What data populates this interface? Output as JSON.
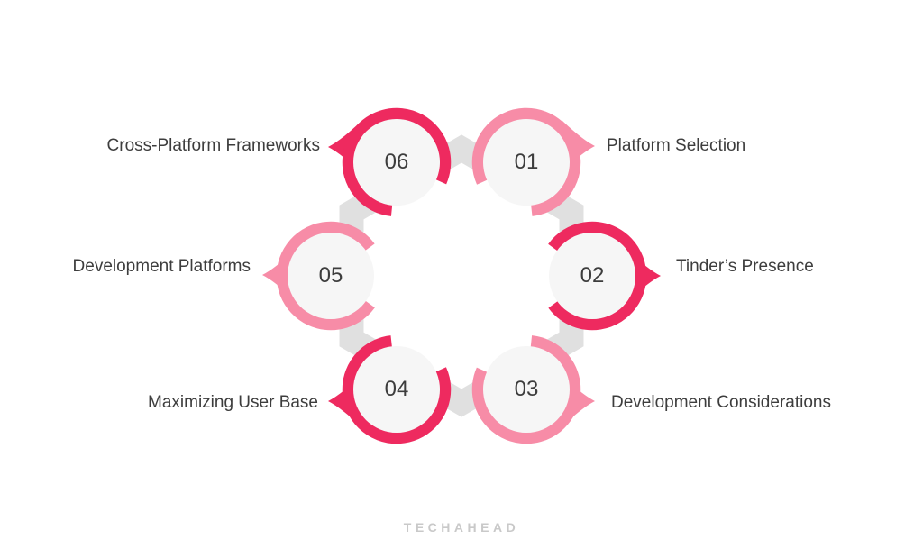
{
  "diagram": {
    "type": "hexagonal-cycle-infographic",
    "nodes": [
      {
        "number": "01",
        "label": "Platform Selection",
        "tone": "light",
        "side": "right"
      },
      {
        "number": "02",
        "label": "Tinder’s Presence",
        "tone": "dark",
        "side": "right"
      },
      {
        "number": "03",
        "label": "Development Considerations",
        "tone": "light",
        "side": "right"
      },
      {
        "number": "04",
        "label": "Maximizing User Base",
        "tone": "dark",
        "side": "left"
      },
      {
        "number": "05",
        "label": "Development Platforms",
        "tone": "light",
        "side": "left"
      },
      {
        "number": "06",
        "label": "Cross-Platform Frameworks",
        "tone": "dark",
        "side": "left"
      }
    ],
    "footer": {
      "brand": "TECHAHEAD"
    }
  },
  "colors": {
    "ring_dark": "#EE2A5F",
    "ring_light": "#F78CA7",
    "circle_fill": "#F6F6F6",
    "hexagon_gray": "#E0E0E0",
    "label_text": "#3D3D3D",
    "brand_gray": "#C9C9C9",
    "background": "#FFFFFF"
  }
}
